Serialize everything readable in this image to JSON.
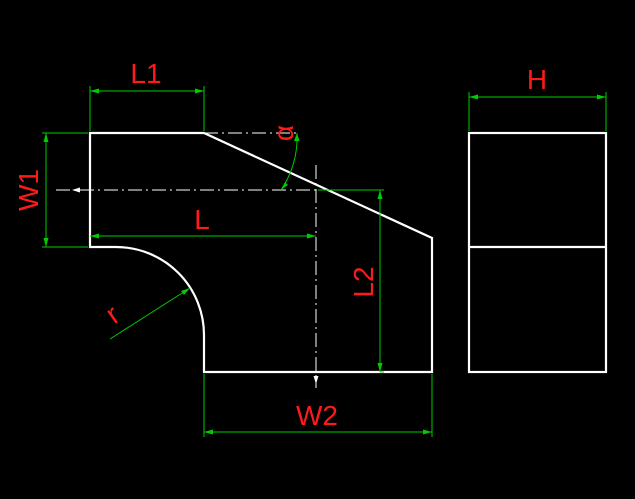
{
  "colors": {
    "background": "#000000",
    "outline": "#ffffff",
    "dimension": "#00cc00",
    "label": "#ff1a1a"
  },
  "labels": {
    "l1": "L1",
    "h": "H",
    "w1": "W1",
    "l": "L",
    "alpha": "α",
    "l2": "L2",
    "r": "r",
    "w2": "W2"
  }
}
